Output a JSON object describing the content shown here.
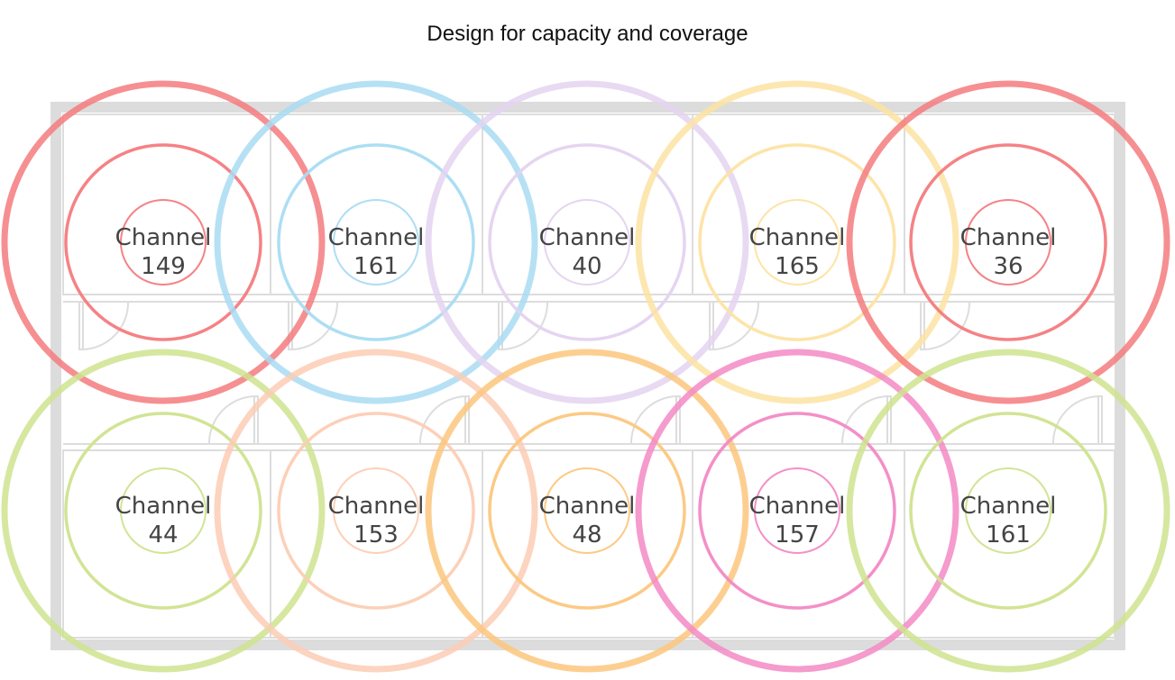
{
  "title": "Design for capacity and coverage",
  "channel_word": "Channel",
  "access_points": [
    {
      "channel": "149",
      "color": "#f47b7e"
    },
    {
      "channel": "161",
      "color": "#a9dcf2"
    },
    {
      "channel": "40",
      "color": "#e4d3f0"
    },
    {
      "channel": "165",
      "color": "#fde3a3"
    },
    {
      "channel": "36",
      "color": "#f47b7e"
    },
    {
      "channel": "44",
      "color": "#cfe38f"
    },
    {
      "channel": "153",
      "color": "#fccdb4"
    },
    {
      "channel": "48",
      "color": "#fcc77e"
    },
    {
      "channel": "157",
      "color": "#f389c4"
    },
    {
      "channel": "161",
      "color": "#cfe38f"
    }
  ]
}
